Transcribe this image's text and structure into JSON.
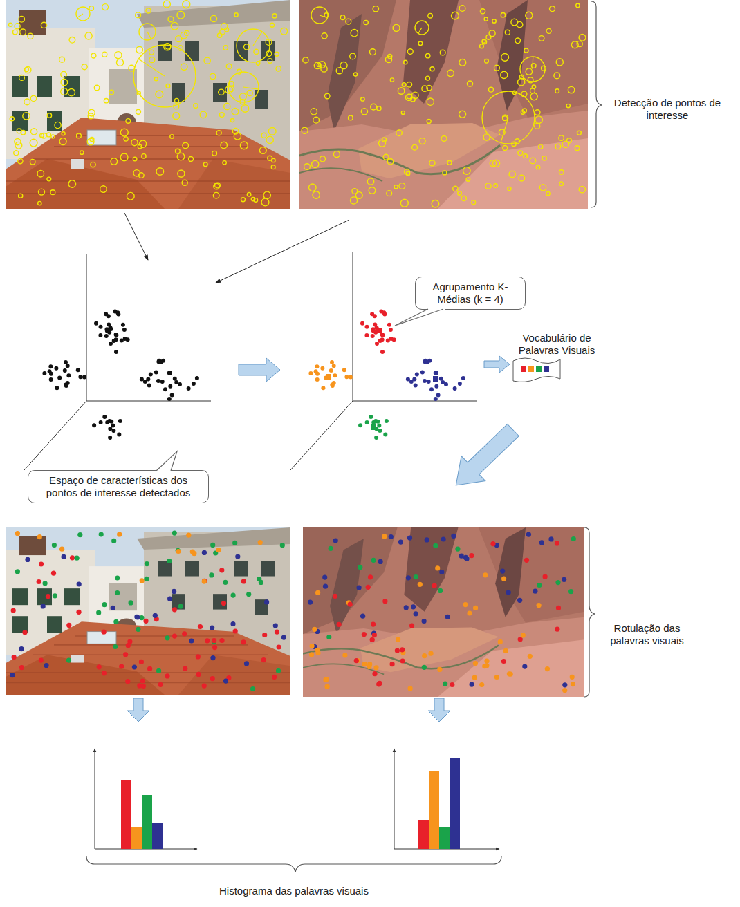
{
  "diagram": {
    "nodes": [
      {
        "text": [
          "Agrupamento K-Médias (k = 4)"
        ]
      },
      {
        "text": [
          "Espaço de características dos pontos de interesse detectados"
        ]
      }
    ],
    "labels": [
      "Detecção de pontos de interesse",
      "Vocabulário de Palavras Visuais",
      "Rotulação das palavras visuais",
      "Histograma das palavras visuais"
    ]
  }
}
